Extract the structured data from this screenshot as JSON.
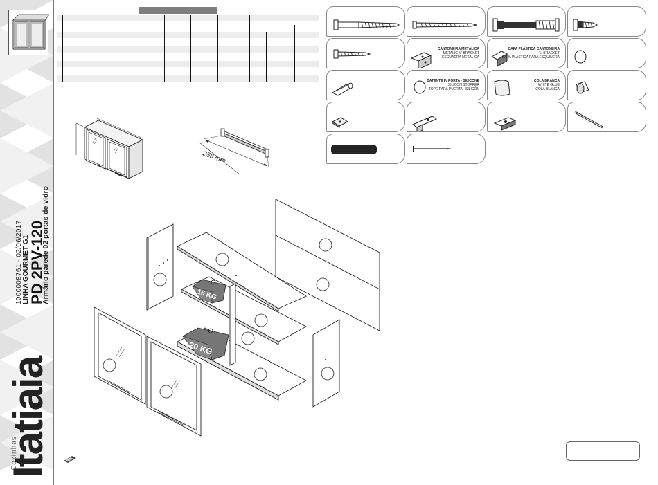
{
  "sidebar": {
    "code_date": "1000008761 - 02/06/2017",
    "line": "LINHA GOURMET G1",
    "model": "PD 2PV-120",
    "description": "Armário parede 02 portas de vidro",
    "brand": "Itatiaia",
    "brand_tag": "Cozinhas"
  },
  "parts": {
    "p1": {
      "title": "",
      "l1": "",
      "l2": ""
    },
    "p6": {
      "title": "CANTONEIRA METÁLICA",
      "l1": "METALIC 'L' BRACKET",
      "l2": "ESCUADRA METÁLICA"
    },
    "p7": {
      "title": "CAPA PLÁSTICA CANTONEIRA",
      "l1": "'L' BRACKET",
      "l2": "CAPA PLÁSTICA PARA ESQUINERA"
    },
    "p10": {
      "title": "BATENTE P/ PORTA - SILICONE",
      "l1": "SILICON STOPPER",
      "l2": "TOPE PARA PUERTA - SILICÓN"
    },
    "p11": {
      "title": "COLA BRANCA",
      "l1": "WHITE GLUE",
      "l2": "COLA BLANCA"
    }
  },
  "drawing": {
    "dimension": "256 mm",
    "weight_upper": "16 KG",
    "weight_lower": "20 KG"
  },
  "colors": {
    "accent_gray": "#7e7e7e",
    "stroke": "#222222"
  }
}
